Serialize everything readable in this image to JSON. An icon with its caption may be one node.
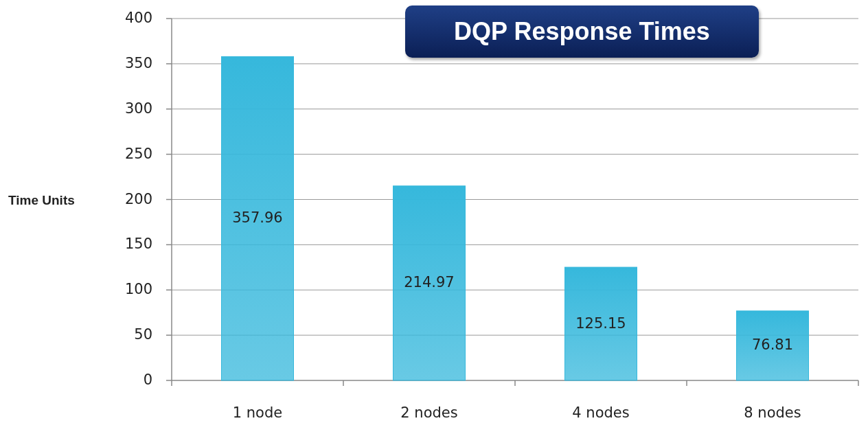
{
  "diagram": {
    "title": "DQP Response Times",
    "chart_data": {
      "type": "bar",
      "ylabel": "Time Units",
      "categories": [
        "1 node",
        "2 nodes",
        "4 nodes",
        "8 nodes"
      ],
      "series": [
        {
          "color": "#36b8dc",
          "values": [
            357.96,
            214.97,
            125.15,
            76.81
          ]
        }
      ],
      "ylim": [
        0,
        400
      ],
      "grid": true,
      "yticks": [
        0,
        50,
        100,
        150,
        200,
        250,
        300,
        350,
        400
      ],
      "data_labels": true
    }
  }
}
